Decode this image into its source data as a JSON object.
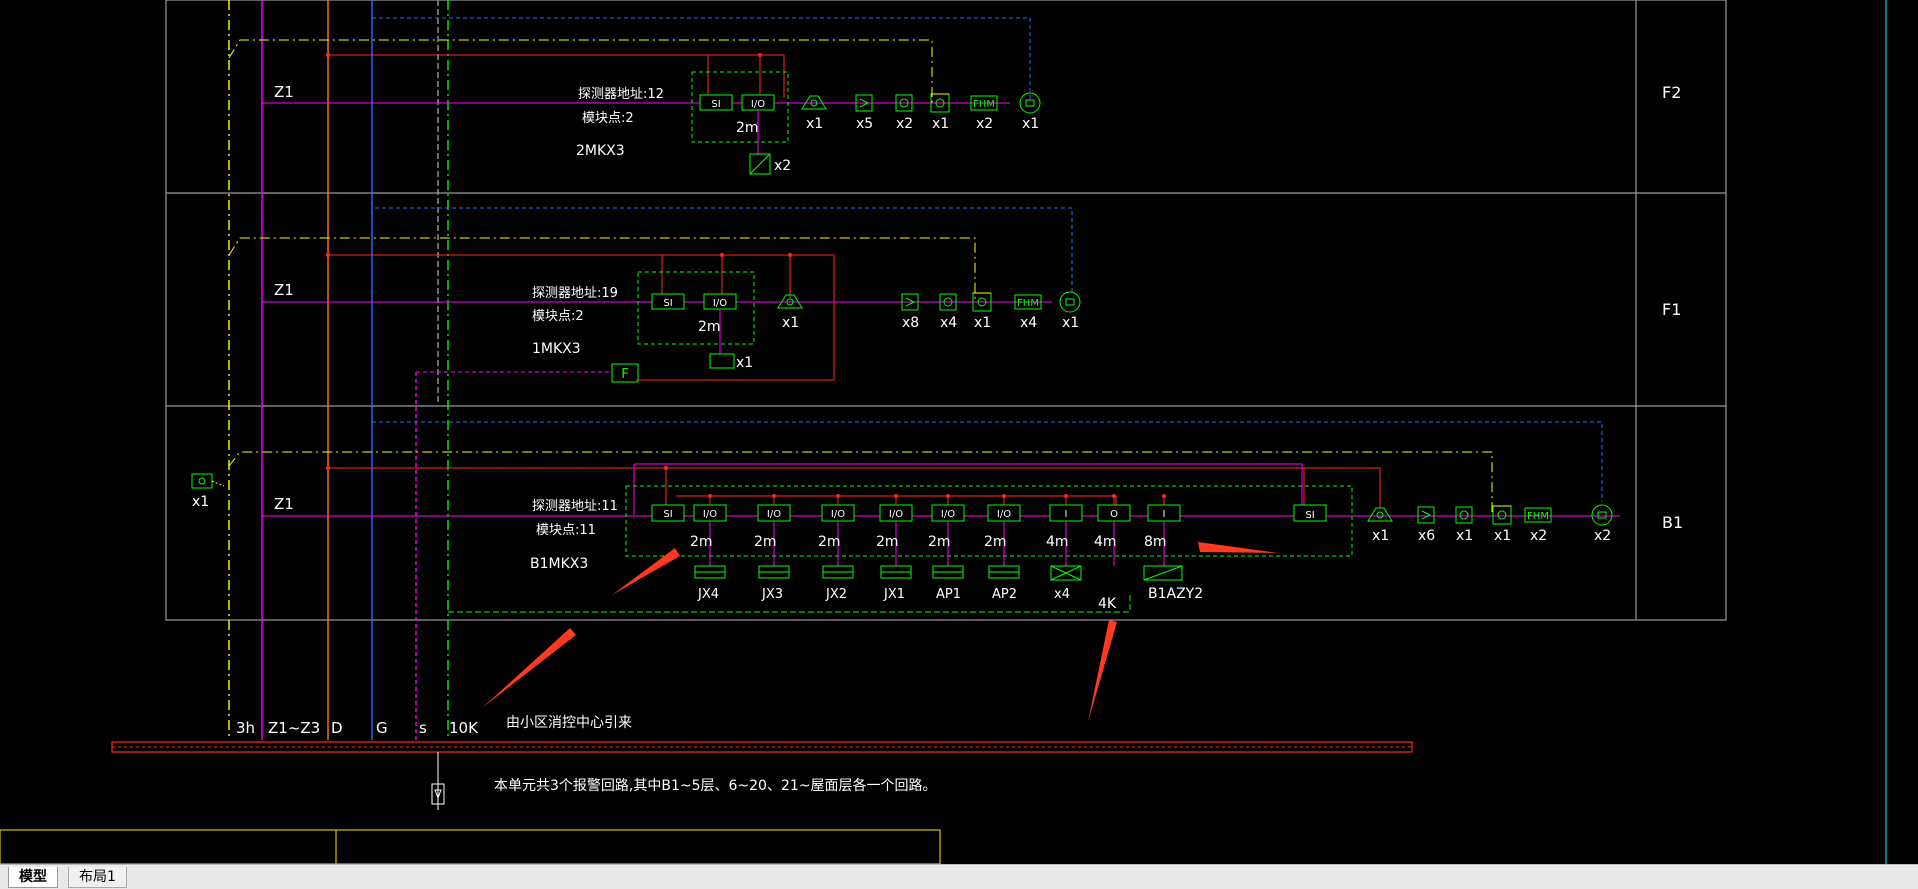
{
  "floors": [
    {
      "name": "F2",
      "detector_addr": "探测器地址:12",
      "module_pts": "模块点:2",
      "box": "2MKX3",
      "loop": "Z1",
      "io_len": "2m",
      "io_device_count": "x2",
      "devices": [
        {
          "icon": "horn-strobe-icon",
          "count": "x1"
        },
        {
          "icon": "flow-switch-icon",
          "count": "x5"
        },
        {
          "icon": "smoke-detector-icon",
          "count": "x2"
        },
        {
          "icon": "heat-detector-icon",
          "count": "x1"
        },
        {
          "icon": "fhm-hydrant-button-icon",
          "count": "x2",
          "label": "FHM"
        },
        {
          "icon": "fire-bell-icon",
          "count": "x1"
        }
      ]
    },
    {
      "name": "F1",
      "detector_addr": "探测器地址:19",
      "module_pts": "模块点:2",
      "box": "1MKX3",
      "loop": "Z1",
      "io_len": "2m",
      "io_device_count": "x1",
      "panel": "F",
      "devices": [
        {
          "icon": "horn-strobe-icon",
          "count": "x1"
        },
        {
          "icon": "flow-switch-icon",
          "count": "x8"
        },
        {
          "icon": "smoke-detector-icon",
          "count": "x4"
        },
        {
          "icon": "heat-detector-icon",
          "count": "x1"
        },
        {
          "icon": "fhm-hydrant-button-icon",
          "count": "x4",
          "label": "FHM"
        },
        {
          "icon": "fire-bell-icon",
          "count": "x1"
        }
      ]
    },
    {
      "name": "B1",
      "detector_addr": "探测器地址:11",
      "module_pts": "模块点:11",
      "box": "B1MKX3",
      "loop": "Z1",
      "left_device_count": "x1",
      "modules": [
        {
          "label": "SI"
        },
        {
          "label": "I/O",
          "len": "2m",
          "target": "JX4"
        },
        {
          "label": "I/O",
          "len": "2m",
          "target": "JX3"
        },
        {
          "label": "I/O",
          "len": "2m",
          "target": "JX2"
        },
        {
          "label": "I/O",
          "len": "2m",
          "target": "JX1"
        },
        {
          "label": "I/O",
          "len": "2m",
          "target": "AP1"
        },
        {
          "label": "I/O",
          "len": "2m",
          "target": "AP2"
        },
        {
          "label": "I",
          "len": "4m",
          "target": "x4"
        },
        {
          "label": "O",
          "len": "4m",
          "target": ""
        },
        {
          "label": "I",
          "len": "8m",
          "target": "B1AZY2"
        }
      ],
      "cable_4k": "4K",
      "devices": [
        {
          "icon": "horn-strobe-icon",
          "count": "x1"
        },
        {
          "icon": "flow-switch-icon",
          "count": "x6"
        },
        {
          "icon": "smoke-detector-icon",
          "count": "x1"
        },
        {
          "icon": "heat-detector-icon",
          "count": "x1"
        },
        {
          "icon": "fhm-hydrant-button-icon",
          "count": "x2",
          "label": "FHM"
        },
        {
          "icon": "fire-bell-icon",
          "count": "x2"
        }
      ]
    }
  ],
  "si_label": "SI",
  "io_label": "I/O",
  "bus_labels": [
    "3h",
    "Z1~Z3",
    "D",
    "G",
    "s",
    "10K"
  ],
  "from_center": "由小区消控中心引来",
  "note": "本单元共3个报警回路,其中B1~5层、6~20、21~屋面层各一个回路。",
  "tabs": {
    "model": "模型",
    "layout1": "布局1"
  },
  "colors": {
    "bg": "#000000",
    "green": "#00ff00",
    "magenta": "#ff00ff",
    "red": "#ff2a1a",
    "blue": "#2b6dff",
    "yellow": "#ffff00",
    "grey": "#9a9a9a",
    "white": "#ffffff",
    "arrow": "#ff3a20",
    "orange": "#ff7a00"
  }
}
